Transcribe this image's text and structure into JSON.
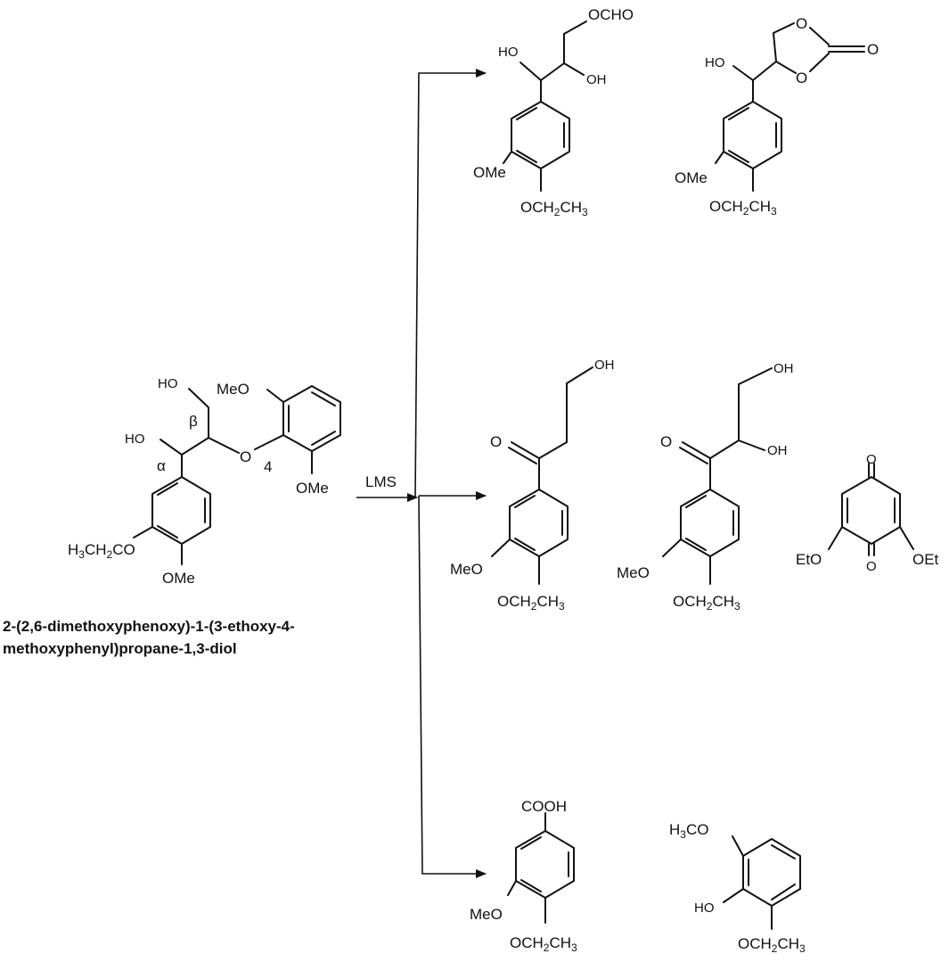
{
  "reactant": {
    "caption_line1": "2-(2,6-dimethoxyphenoxy)-1-(3-ethoxy-4-",
    "caption_line2": "methoxyphenyl)propane-1,3-diol",
    "labels": {
      "ho_top": "HO",
      "ho_alpha": "HO",
      "alpha": "α",
      "beta": "β",
      "ether_o": "O",
      "four": "4",
      "meo_top": "MeO",
      "ome_right": "OMe",
      "h3ch2co": "H3CH2CO",
      "ome_bottom": "OMe"
    }
  },
  "arrow_label": "LMS",
  "products": {
    "p1": {
      "ocho": "OCHO",
      "ho": "HO",
      "oh": "OH",
      "ome": "OMe",
      "och2ch3": "OCH2CH3"
    },
    "p2": {
      "ho": "HO",
      "o_top": "O",
      "o_bottom": "O",
      "o_carbonyl": "O",
      "ome": "OMe",
      "och2ch3": "OCH2CH3"
    },
    "p3": {
      "oh": "OH",
      "o_ketone": "O",
      "meo": "MeO",
      "och2ch3": "OCH2CH3"
    },
    "p4": {
      "oh_top": "OH",
      "oh": "OH",
      "o_ketone": "O",
      "meo": "MeO",
      "och2ch3": "OCH2CH3"
    },
    "p5": {
      "o_top": "O",
      "o_bottom": "O",
      "eto": "EtO",
      "oet": "OEt"
    },
    "p6": {
      "cooh": "COOH",
      "meo": "MeO",
      "och2ch3": "OCH2CH3"
    },
    "p7": {
      "h3co": "H3CO",
      "ho": "HO",
      "och2ch3": "OCH2CH3"
    }
  }
}
